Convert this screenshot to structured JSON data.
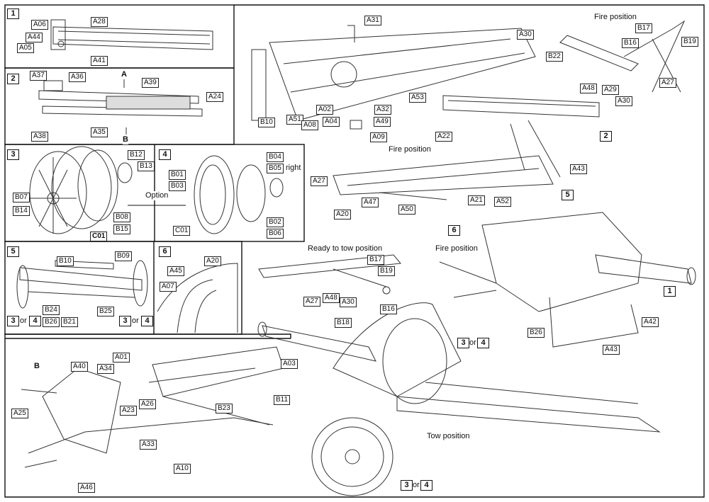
{
  "sections": [
    "1",
    "2",
    "3",
    "4",
    "5",
    "6"
  ],
  "captions": {
    "fire_position_top": "Fire position",
    "fire_position_mid": "Fire position",
    "fire_position_right": "Fire position",
    "ready_to_tow": "Ready to tow position",
    "tow_position": "Tow position",
    "option": "Option",
    "right": "right",
    "arrow_a": "A",
    "arrow_b": "B",
    "or_word": "or"
  },
  "labels": {
    "p1": [
      "A06",
      "A28",
      "A44",
      "A05",
      "A41"
    ],
    "p2": [
      "A37",
      "A36",
      "A39",
      "A24",
      "A38",
      "A35"
    ],
    "p3": [
      "B12",
      "B13",
      "B07",
      "B14",
      "B08",
      "B15",
      "C01"
    ],
    "p4": [
      "B04",
      "B05",
      "B01",
      "B03",
      "C01",
      "B02",
      "B06"
    ],
    "p5": [
      "B10",
      "B09",
      "B24",
      "B26",
      "B21",
      "B25"
    ],
    "p6": [
      "A20",
      "A45",
      "A07"
    ],
    "main_top": [
      "A31",
      "A30",
      "B10",
      "A51",
      "A08",
      "A02",
      "A04",
      "A49",
      "A32",
      "A53",
      "A09"
    ],
    "fire_right": [
      "B17",
      "B16",
      "B19",
      "B22",
      "A48",
      "A29",
      "A27",
      "A30"
    ],
    "fire_mid": [
      "A22",
      "A43",
      "A27",
      "A20",
      "A47",
      "A50",
      "A21",
      "A52"
    ],
    "ready_tow": [
      "B17",
      "B19",
      "A27",
      "A48",
      "A30",
      "B16"
    ],
    "fire_assembled": [
      "A42",
      "A43",
      "B26"
    ],
    "tow": [
      "B18"
    ],
    "bottom_left": [
      "B",
      "A40",
      "A34",
      "A01",
      "A03",
      "A25",
      "A26",
      "A23",
      "B23",
      "B11",
      "A33",
      "A10",
      "A46"
    ]
  }
}
